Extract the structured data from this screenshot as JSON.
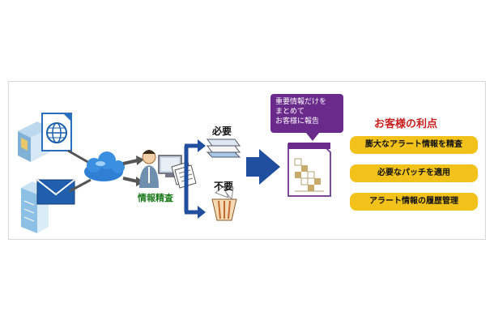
{
  "labels": {
    "info_refine": "情報精査",
    "needed": "必要",
    "not_needed": "不要"
  },
  "callout": {
    "lines": [
      "重要情報だけを",
      "まとめて",
      "お客様に報告"
    ]
  },
  "benefits": {
    "title": "お客様の利点",
    "items": [
      "膨大なアラート情報を精査",
      "必要なパッチを適用",
      "アラート情報の履歴管理"
    ]
  },
  "colors": {
    "arrow_blue": "#1f4f9e",
    "callout_purple": "#6a2a8c",
    "pill_yellow": "#f3c21a",
    "title_red": "#c81e1e",
    "label_green": "#1a7a1a"
  },
  "icons": [
    "server-building-icon",
    "globe-document-icon",
    "email-server-icon",
    "envelope-icon",
    "cloud-icon",
    "operator-icon",
    "papers-icon",
    "stack-icon",
    "trash-bin-icon",
    "report-document-icon"
  ]
}
